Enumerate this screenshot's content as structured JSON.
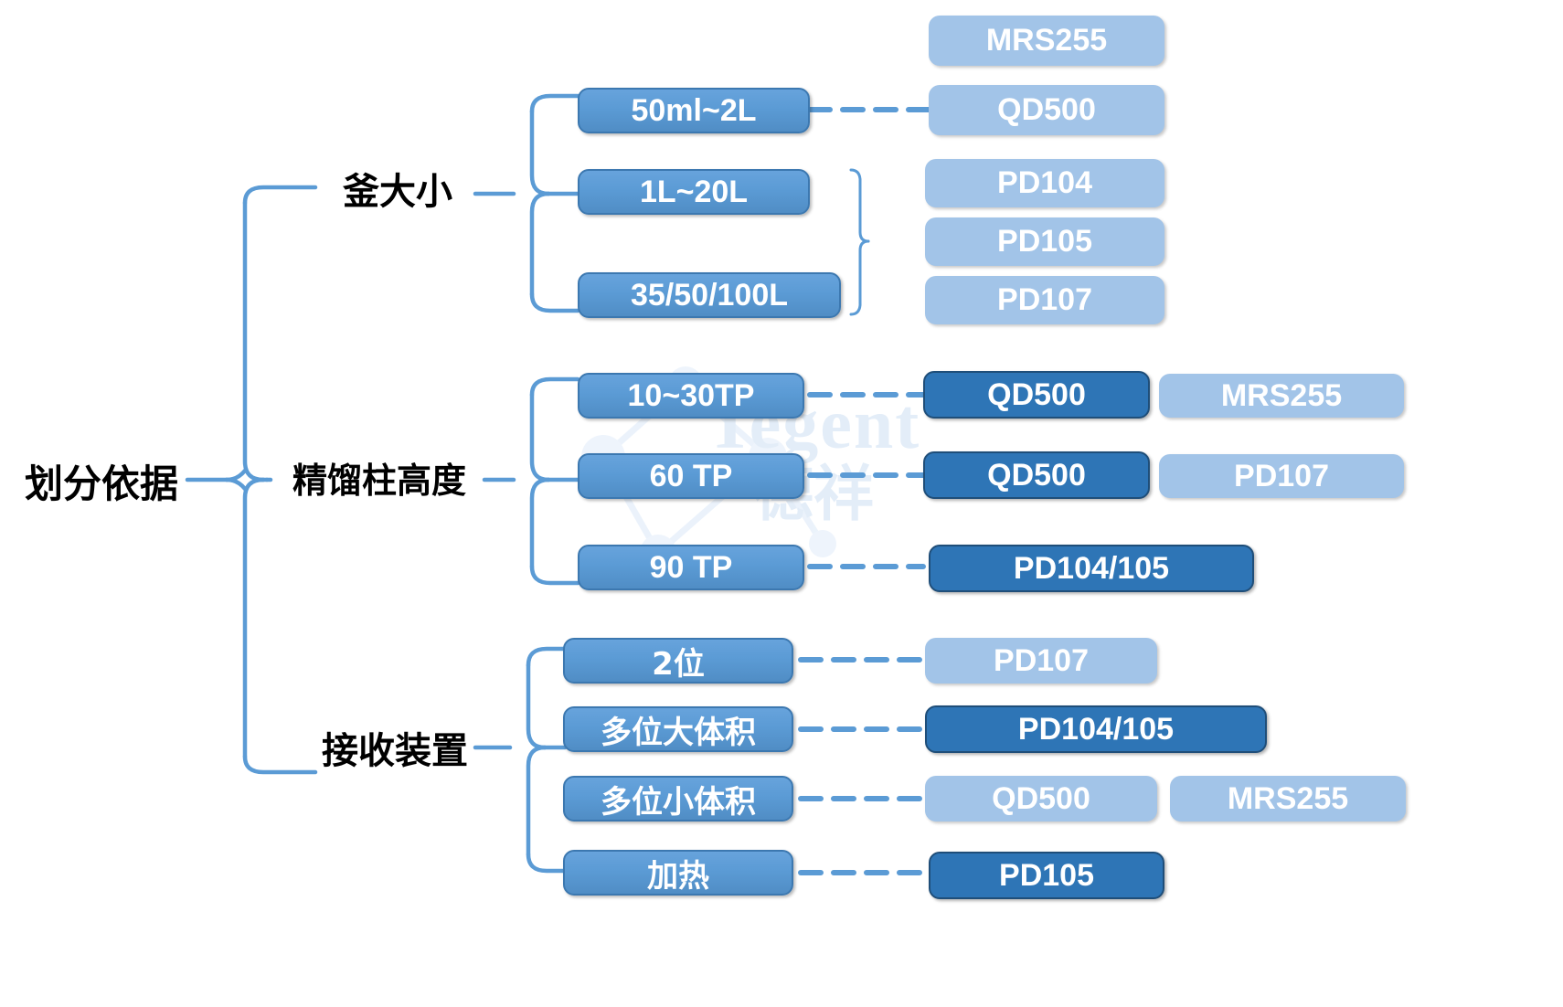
{
  "diagram": {
    "title": "划分依据",
    "watermark": {
      "en": "Tegent",
      "cn": "德祥"
    },
    "colors": {
      "mid_blue": "#5b9bd5",
      "light_blue": "#a2c4e8",
      "dark_blue": "#2e75b6",
      "connector": "#5b9bd5",
      "text_dark": "#000000",
      "text_light": "#ffffff"
    },
    "root": {
      "label": "划分依据"
    },
    "branches": [
      {
        "id": "kettle-size",
        "label": "釜大小",
        "children": [
          {
            "id": "50ml-2l",
            "label": "50ml~2L",
            "products": [
              {
                "label": "MRS255",
                "style": "light"
              },
              {
                "label": "QD500",
                "style": "light"
              }
            ]
          },
          {
            "id": "1l-20l",
            "label": "1L~20L",
            "products": []
          },
          {
            "id": "35-50-100l",
            "label": "35/50/100L",
            "products": [
              {
                "label": "PD104",
                "style": "light"
              },
              {
                "label": "PD105",
                "style": "light"
              },
              {
                "label": "PD107",
                "style": "light"
              }
            ]
          }
        ]
      },
      {
        "id": "column-height",
        "label": "精馏柱高度",
        "children": [
          {
            "id": "10-30tp",
            "label": "10~30TP",
            "products": [
              {
                "label": "QD500",
                "style": "dark"
              },
              {
                "label": "MRS255",
                "style": "light"
              }
            ]
          },
          {
            "id": "60tp",
            "label": "60 TP",
            "products": [
              {
                "label": "QD500",
                "style": "dark"
              },
              {
                "label": "PD107",
                "style": "light"
              }
            ]
          },
          {
            "id": "90tp",
            "label": "90 TP",
            "products": [
              {
                "label": "PD104/105",
                "style": "dark"
              }
            ]
          }
        ]
      },
      {
        "id": "receiver",
        "label": "接收装置",
        "children": [
          {
            "id": "2-position",
            "label": "2位",
            "products": [
              {
                "label": "PD107",
                "style": "light"
              }
            ]
          },
          {
            "id": "multi-large",
            "label": "多位大体积",
            "products": [
              {
                "label": "PD104/105",
                "style": "dark"
              }
            ]
          },
          {
            "id": "multi-small",
            "label": "多位小体积",
            "products": [
              {
                "label": "QD500",
                "style": "light"
              },
              {
                "label": "MRS255",
                "style": "light"
              }
            ]
          },
          {
            "id": "heating",
            "label": "加热",
            "products": [
              {
                "label": "PD105",
                "style": "dark"
              }
            ]
          }
        ]
      }
    ],
    "nodes": {
      "root": "划分依据",
      "b1": "釜大小",
      "b2": "精馏柱高度",
      "b3": "接收装置",
      "c11": "50ml~2L",
      "c12": "1L~20L",
      "c13": "35/50/100L",
      "c21": "10~30TP",
      "c22": "60 TP",
      "c23": "90 TP",
      "c31": "2位",
      "c32": "多位大体积",
      "c33": "多位小体积",
      "c34": "加热",
      "p_mrs255_a": "MRS255",
      "p_qd500_a": "QD500",
      "p_pd104_a": "PD104",
      "p_pd105_a": "PD105",
      "p_pd107_a": "PD107",
      "p_qd500_b": "QD500",
      "p_mrs255_b": "MRS255",
      "p_qd500_c": "QD500",
      "p_pd107_b": "PD107",
      "p_pd104105_a": "PD104/105",
      "p_pd107_c": "PD107",
      "p_pd104105_b": "PD104/105",
      "p_qd500_d": "QD500",
      "p_mrs255_c": "MRS255",
      "p_pd105_b": "PD105"
    }
  }
}
